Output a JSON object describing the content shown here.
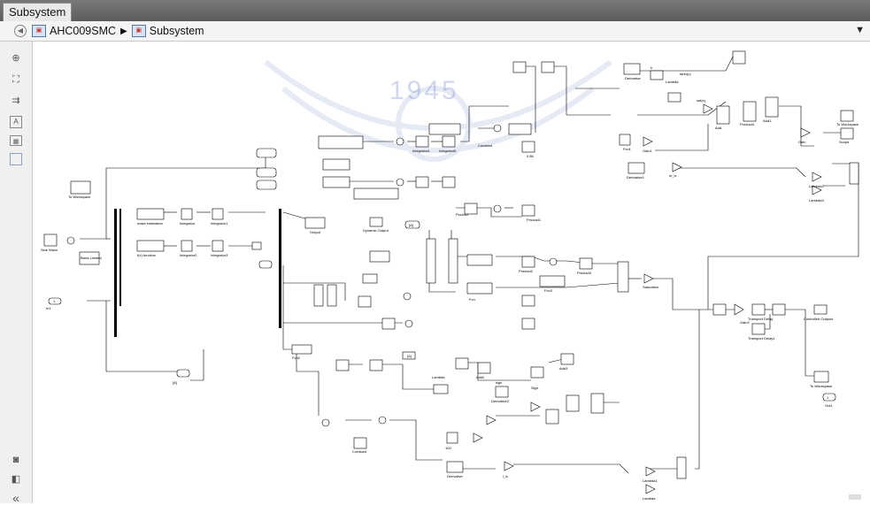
{
  "window": {
    "tab_title": "Subsystem"
  },
  "breadcrumb": {
    "root": "AHC009SMC",
    "separator": "▶",
    "current": "Subsystem"
  },
  "toolbar": {
    "icons": [
      "zoom-icon",
      "fit-view-icon",
      "arrow-route-icon",
      "text-annotation-icon",
      "image-icon",
      "rectangle-icon",
      "camera-icon",
      "model-browser-icon",
      "collapse-icon"
    ]
  },
  "watermark": {
    "year": "1945"
  },
  "blocks": {
    "to_workspace": "To Workspace",
    "sine_wave": "Sine Wave",
    "band_limited": "Band-Limited",
    "in1": "1",
    "in1_label": "In1",
    "mass_estimation": "mass estimation",
    "f_function": "f(x) function",
    "integrator": "Integrator",
    "integrator1": "Integrator1",
    "integrator2": "Integrator2",
    "integrator3": "Integrator3",
    "integrator4": "Integrator4",
    "integrator5": "Integrator5",
    "output": "Output",
    "dynamic_output": "Dynamic Output",
    "goto": "[A]",
    "product": "Product",
    "product1": "Product1",
    "product2": "Product2",
    "product3": "Product3",
    "product4": "Product4",
    "product5": "Product5",
    "gain": "Gain",
    "gain1": "Gain1",
    "gain2": "Gain2",
    "add": "Add",
    "add1": "Add1",
    "add2": "Add2",
    "add3": "Add3",
    "saturation": "Saturation",
    "sign": "Sign",
    "derivative": "Derivative",
    "derivative1": "Derivative1",
    "derivative2": "Derivative2",
    "constant": "Constant",
    "fcn": "Fcn",
    "fcn1": "Fcn1",
    "fcn2": "Fcn2",
    "fcn3": "Fcn3",
    "switch": "Switch",
    "lambda_v": "Lambda",
    "lambda1": "Lambda1",
    "lambda2": "Lambda2",
    "lambda3": "Lambda3",
    "scope": "Scope",
    "scope1": "Scope1",
    "controlled_outputs": "Controlled Outputs",
    "transport_delay": "Transport Delay",
    "transport_delay1": "Transport Delay1",
    "out1": "1",
    "out1_label": "Out1",
    "expr_k": "k",
    "expr_lambda": "Lambda",
    "expr_mlx": "m_lx",
    "expr_ilx": "l_lx",
    "expr_tanh": "tanh(u)",
    "expr_sign": "sign",
    "sat_label": "sat(x)",
    "const_val": "0.85",
    "val_100": "100"
  }
}
